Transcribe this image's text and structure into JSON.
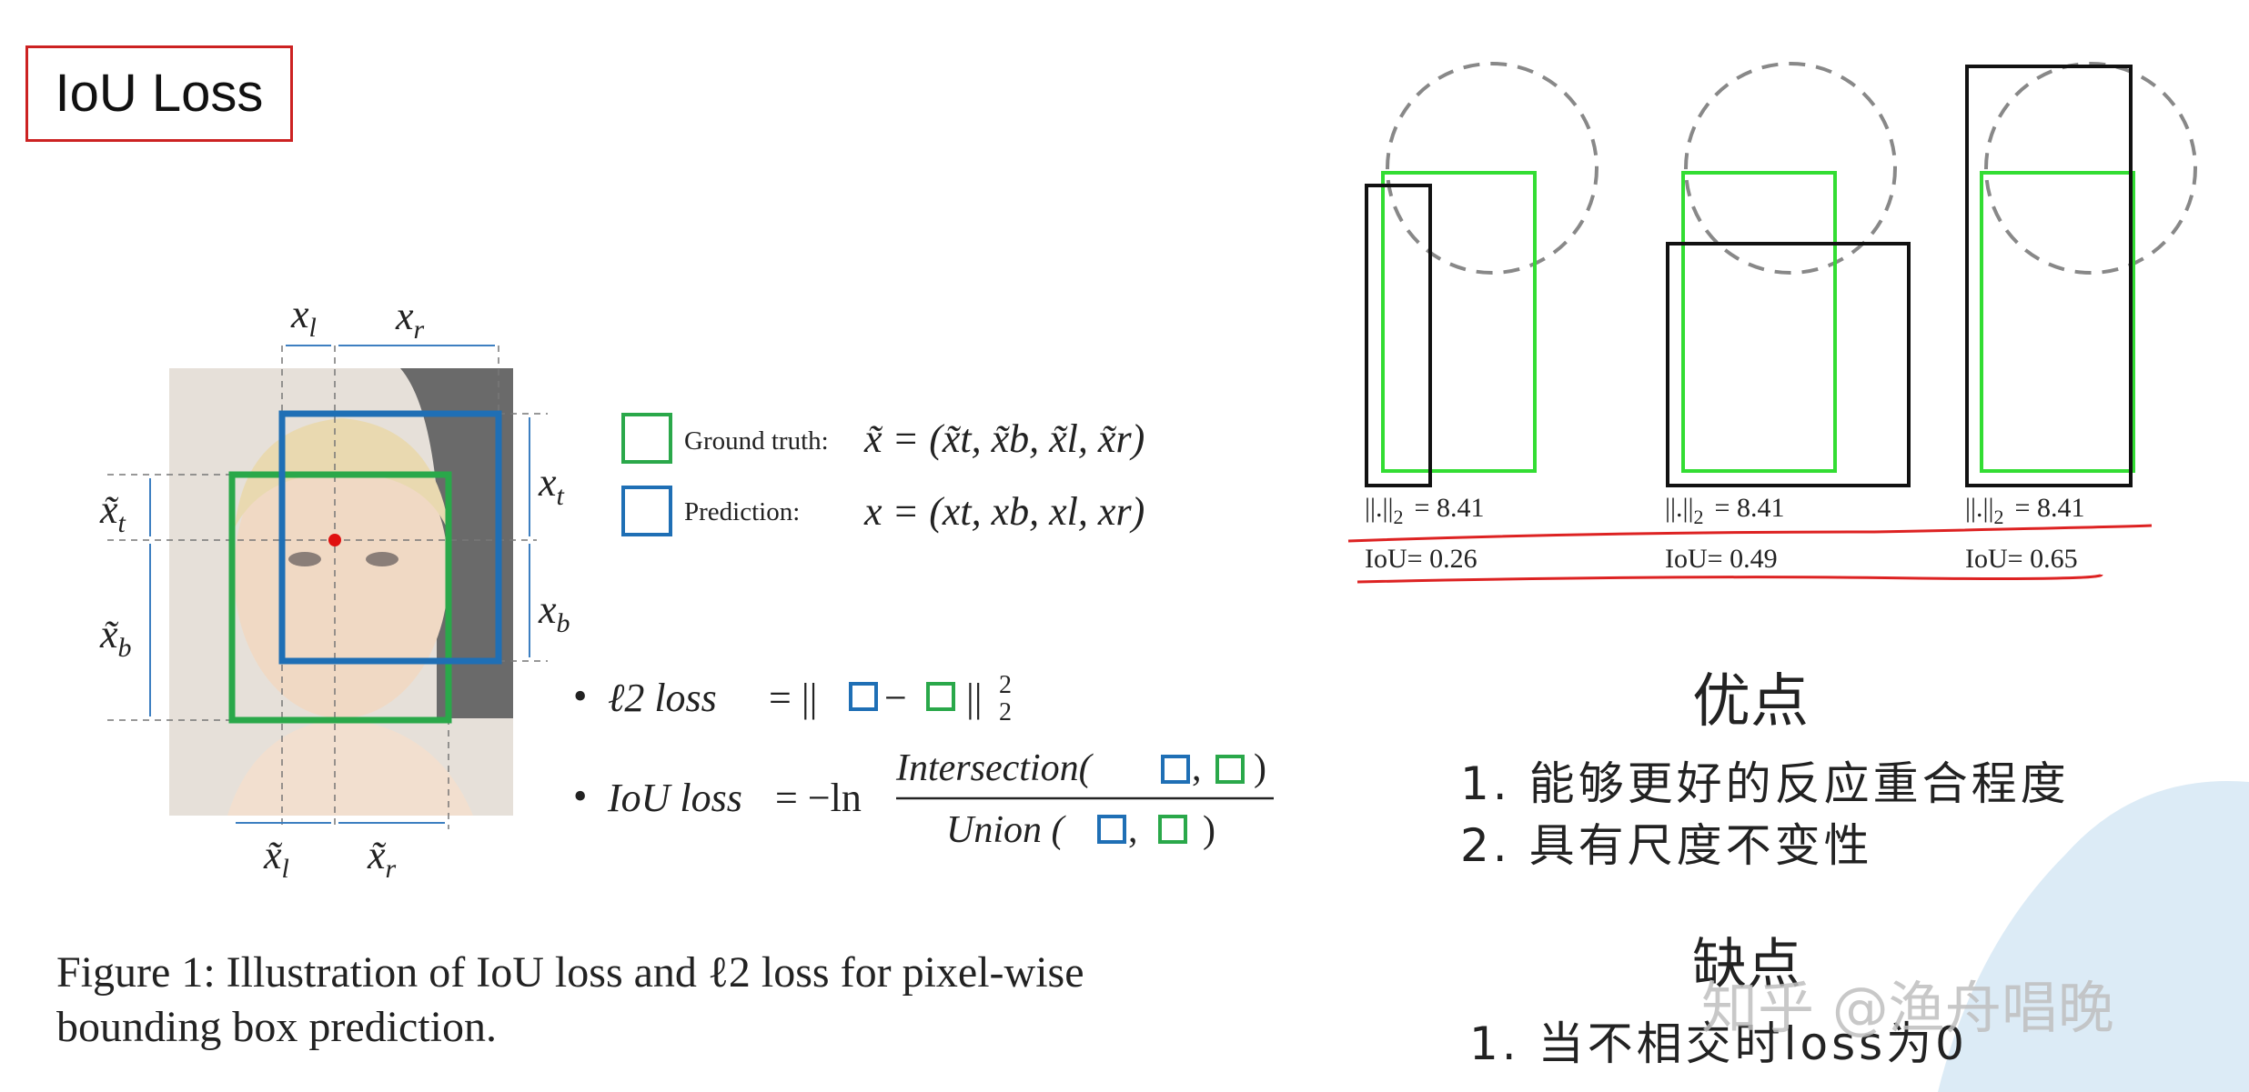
{
  "title": "IoU Loss",
  "left_figure": {
    "labels": {
      "xl": "x",
      "xl_sub": "l",
      "xr": "x",
      "xr_sub": "r",
      "xt": "x",
      "xt_sub": "t",
      "xb": "x",
      "xb_sub": "b",
      "xt_tilde": "x̃",
      "xt_tilde_sub": "t",
      "xb_tilde": "x̃",
      "xb_tilde_sub": "b",
      "xl_tilde": "x̃",
      "xl_tilde_sub": "l",
      "xr_tilde": "x̃",
      "xr_tilde_sub": "r"
    },
    "legend": [
      {
        "label": "Ground truth:",
        "formula": "x̃ = (x̃t, x̃b, x̃l, x̃r)",
        "color": "#2aa84a"
      },
      {
        "label": "Prediction:",
        "formula": "x = (xt, xb, xl, xr)",
        "color": "#1f6fb5"
      }
    ],
    "l2_loss": {
      "bullet": "•",
      "name": "ℓ2  loss",
      "eq": "= ||",
      "minus": "−",
      "tail": "||",
      "sup": "2",
      "sub": "2"
    },
    "iou_loss": {
      "bullet": "•",
      "name": "IoU loss",
      "eq": "= −ln",
      "numerator": "Intersection(",
      "denominator": "Union (",
      "comma": ",",
      "close": ")"
    },
    "caption_line1": "Figure 1: Illustration of IoU loss and ℓ2 loss for pixel-wise",
    "caption_line2": "bounding box prediction."
  },
  "right_figure": {
    "panels": [
      {
        "norm": "||.||",
        "norm_sub": "2",
        "norm_value": "= 8.41",
        "iou": "IoU= 0.26"
      },
      {
        "norm": "||.||",
        "norm_sub": "2",
        "norm_value": "= 8.41",
        "iou": "IoU= 0.49"
      },
      {
        "norm": "||.||",
        "norm_sub": "2",
        "norm_value": "= 8.41",
        "iou": "IoU= 0.65"
      }
    ],
    "pros_title": "优点",
    "pros": [
      "1. 能够更好的反应重合程度",
      "2. 具有尺度不变性"
    ],
    "cons_title": "缺点",
    "cons": [
      "1. 当不相交时loss为0"
    ]
  },
  "watermark": "知乎 @渔舟唱晚",
  "colors": {
    "ground_truth": "#2aa84a",
    "prediction": "#1f6fb5",
    "title_border": "#cc2222",
    "underline": "#dd2222",
    "panel_green": "#33dd33"
  }
}
